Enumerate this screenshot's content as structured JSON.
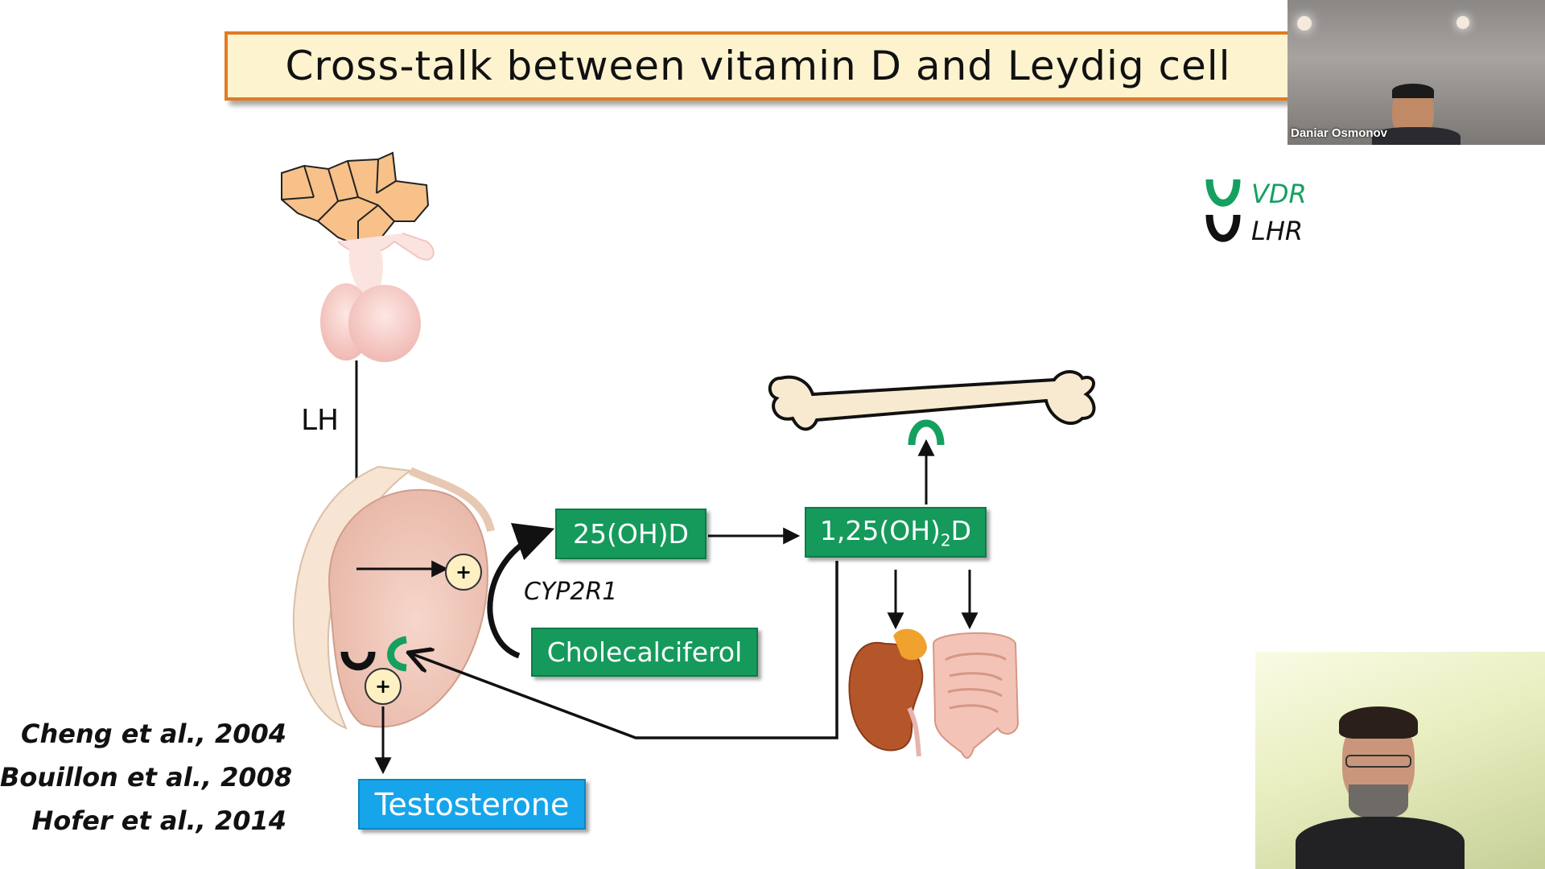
{
  "slide": {
    "title": "Cross-talk between vitamin D and Leydig cell",
    "lh_label": "LH",
    "enzyme_label": "CYP2R1",
    "boxes": {
      "hydroxy25": "25(OH)D",
      "dihydroxy_prefix": "1,25(OH)",
      "dihydroxy_sub": "2",
      "dihydroxy_suffix": "D",
      "cholecalciferol": "Cholecalciferol",
      "testosterone": "Testosterone"
    },
    "plus_sign": "+",
    "legend": {
      "vdr": "VDR",
      "lhr": "LHR"
    },
    "references": [
      "Cheng et al., 2004",
      "Bouillon et al., 2008",
      "Hofer et al., 2014"
    ]
  },
  "participants": [
    {
      "name": "Daniar Osmonov"
    }
  ],
  "colors": {
    "title_border": "#e07b22",
    "title_bg": "#fdf3cf",
    "green_box": "#159a5c",
    "blue_box": "#16a5ea",
    "vdr": "#15a060",
    "lhr": "#111111"
  }
}
